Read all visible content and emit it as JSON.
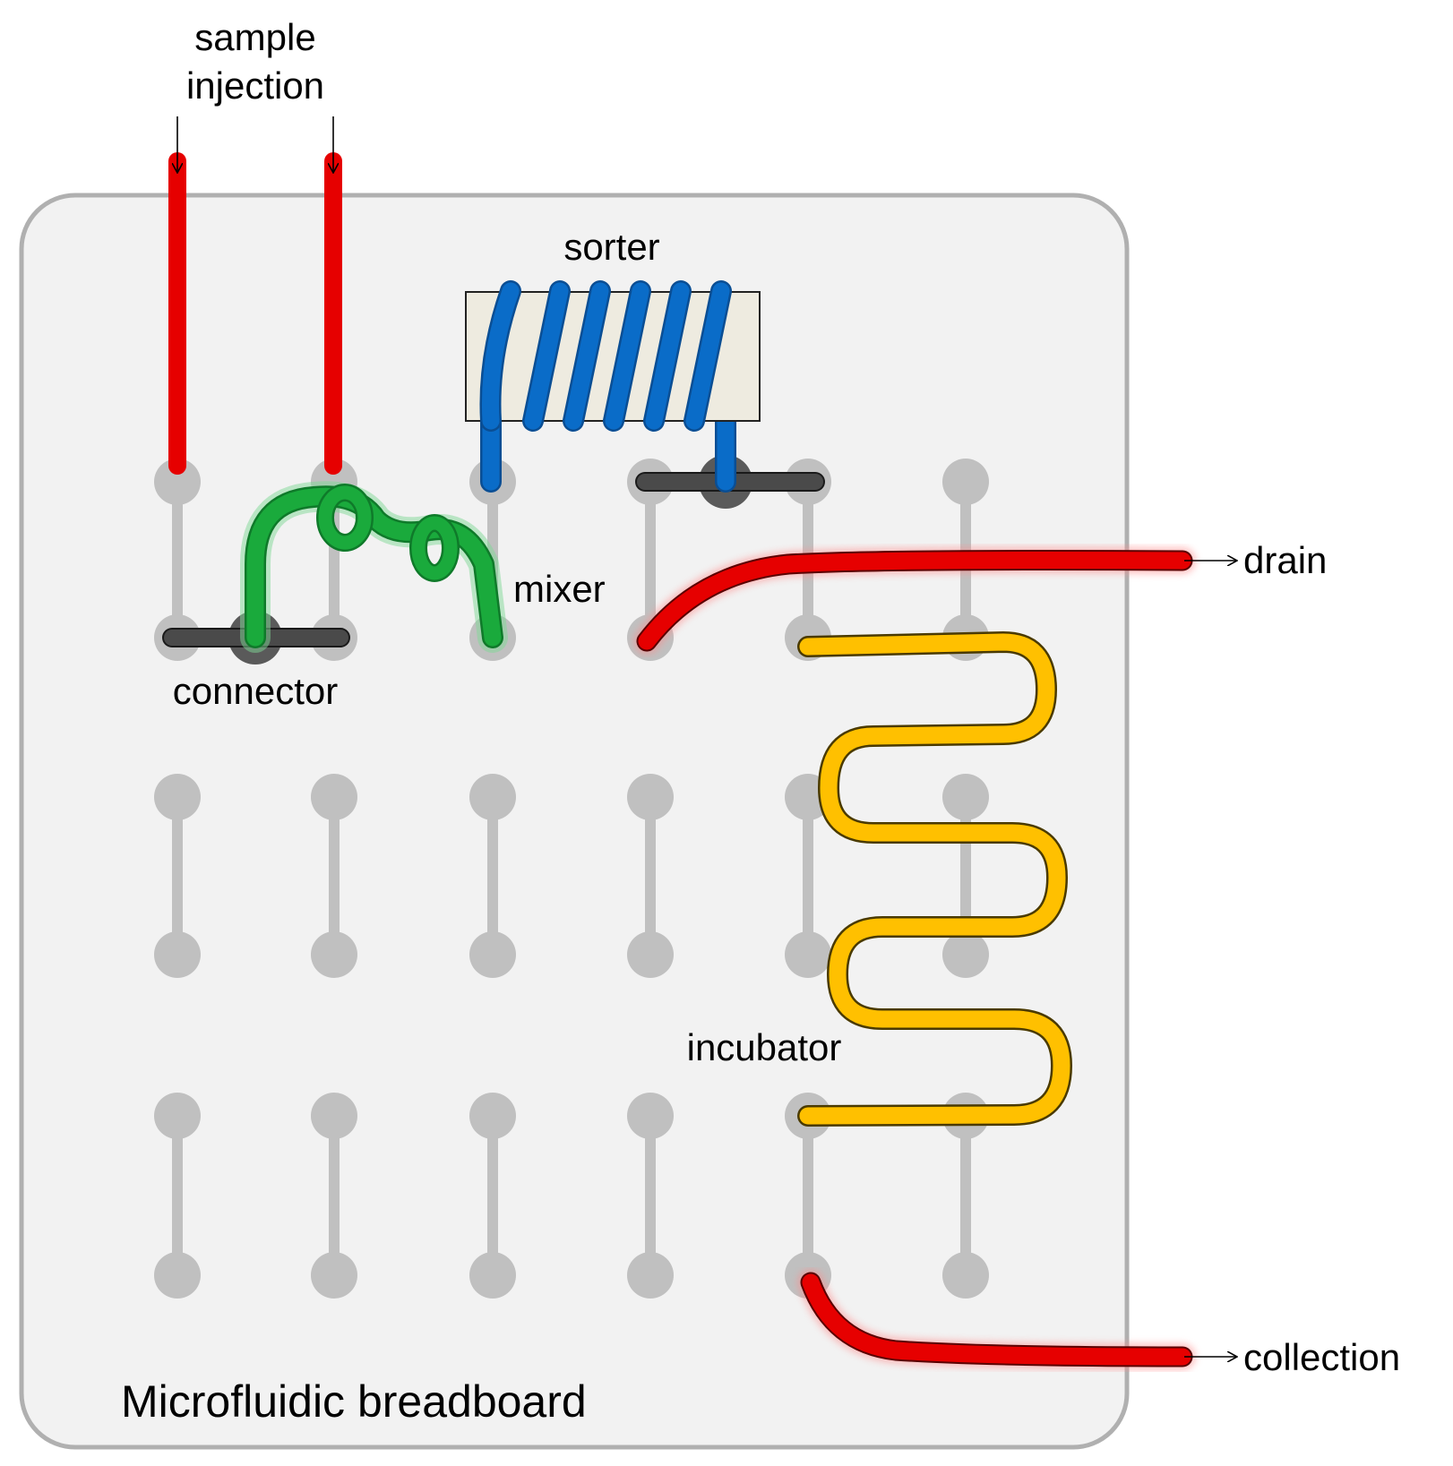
{
  "labels": {
    "sample_injection_line1": "sample",
    "sample_injection_line2": "injection",
    "sorter": "sorter",
    "mixer": "mixer",
    "connector": "connector",
    "drain": "drain",
    "incubator": "incubator",
    "collection": "collection",
    "board": "Microfluidic breadboard"
  },
  "colors": {
    "board_fill": "#f2f2f2",
    "board_border": "#b0b0b0",
    "node": "#c0c0c0",
    "tube_red": "#e60000",
    "tube_green": "#1aaa3c",
    "tube_blue": "#0a6cc8",
    "tube_yellow": "#ffc000",
    "connector_bar": "#4a4a4a",
    "sorter_block": "#eeebe0"
  },
  "icons": {
    "outlet_arrow": "arrow-right-icon",
    "inlet_arrow": "arrow-down-icon"
  }
}
